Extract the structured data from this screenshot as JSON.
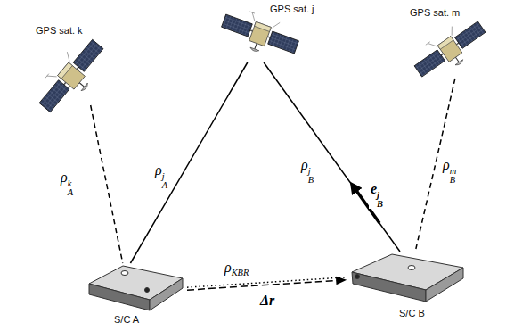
{
  "diagram": {
    "nodes": [
      {
        "text": [
          "GPS sat. k"
        ]
      },
      {
        "text": [
          "GPS sat. j"
        ]
      },
      {
        "text": [
          "GPS sat. m"
        ]
      },
      {
        "text": [
          "S/C A"
        ]
      },
      {
        "text": [
          "S/C B"
        ]
      }
    ],
    "edges": [
      {
        "from": 0,
        "to": 3,
        "arrow": "none",
        "label": "ρAk"
      },
      {
        "from": 1,
        "to": 3,
        "arrow": "none",
        "label": "ρAj"
      },
      {
        "from": 1,
        "to": 4,
        "arrow": "none",
        "label": "ρBj"
      },
      {
        "from": 2,
        "to": 4,
        "arrow": "none",
        "label": "ρBm"
      },
      {
        "from": 3,
        "to": 4,
        "arrow": "none",
        "label": "ρKBR"
      },
      {
        "from": 3,
        "to": 4,
        "arrow": "to",
        "label": "Δr"
      }
    ],
    "labels": [
      "eBj"
    ]
  }
}
